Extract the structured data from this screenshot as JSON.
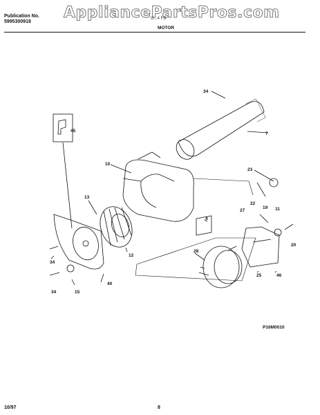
{
  "header": {
    "publication_label": "Publication No.",
    "publication_number": "5995300918",
    "model": "G...4 FB",
    "section_title": "MOTOR"
  },
  "watermark": "AppliancePartsPros.com",
  "diagram_code": "P16M0010",
  "footer": {
    "date": "10/97",
    "page": "8"
  },
  "callouts": [
    "34",
    "7",
    "45",
    "10",
    "23",
    "13",
    "22",
    "19",
    "11",
    "27",
    "4",
    "12",
    "20",
    "28",
    "34",
    "40",
    "25",
    "46",
    "34",
    "15"
  ]
}
